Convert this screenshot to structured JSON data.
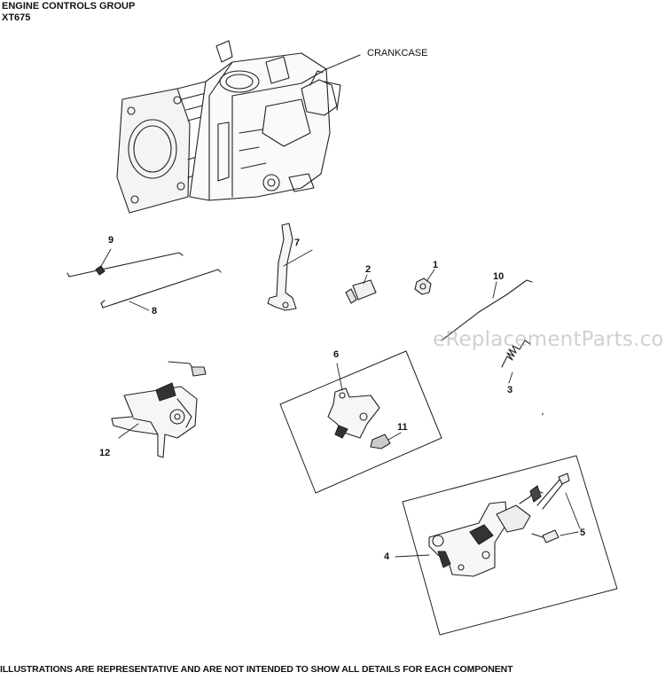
{
  "header": {
    "title": "ENGINE CONTROLS GROUP",
    "model": "XT675"
  },
  "callouts": {
    "crankcase": "CRANKCASE",
    "c1": "1",
    "c2": "2",
    "c3": "3",
    "c4": "4",
    "c5": "5",
    "c6": "6",
    "c7": "7",
    "c8": "8",
    "c9": "9",
    "c10": "10",
    "c11": "11",
    "c12": "12"
  },
  "watermark": "eReplacementParts.com",
  "footer": "ILLUSTRATIONS ARE REPRESENTATIVE AND ARE NOT INTENDED TO SHOW ALL DETAILS FOR EACH COMPONENT"
}
